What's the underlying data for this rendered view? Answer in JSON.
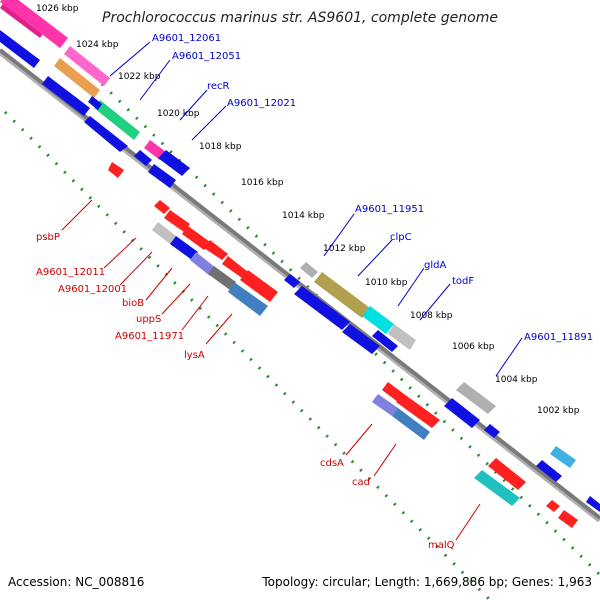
{
  "title": "Prochlorococcus marinus str. AS9601, complete genome",
  "footer": {
    "accession": "Accession: NC_008816",
    "topology": "Topology: circular; Length: 1,669,886 bp; Genes: 1,963"
  },
  "colors": {
    "forward_label": "#0000cc",
    "reverse_label": "#cc0000",
    "backbone": "#808080",
    "tick_dots": "#2a8a2a"
  },
  "kbp_ticks": [
    "1026 kbp",
    "1024 kbp",
    "1022 kbp",
    "1020 kbp",
    "1018 kbp",
    "1016 kbp",
    "1014 kbp",
    "1012 kbp",
    "1010 kbp",
    "1008 kbp",
    "1006 kbp",
    "1004 kbp",
    "1002 kbp"
  ],
  "forward_labels": [
    "A9601_12061",
    "A9601_12051",
    "recR",
    "A9601_12021",
    "A9601_11951",
    "clpC",
    "gldA",
    "todF",
    "A9601_11891"
  ],
  "reverse_labels": [
    "psbP",
    "A9601_12011",
    "A9601_12001",
    "bioB",
    "uppS",
    "A9601_11971",
    "lysA",
    "cdsA",
    "cad",
    "malQ"
  ]
}
